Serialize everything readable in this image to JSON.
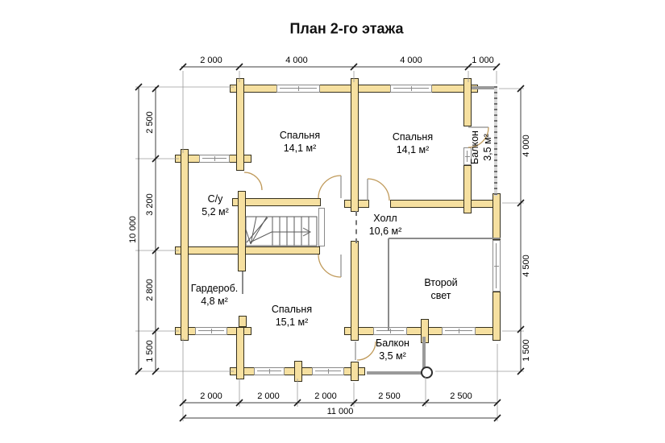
{
  "title": "План 2-го этажа",
  "rooms": {
    "bedroom_top_left": {
      "name": "Спальня",
      "area": "14,1 м²"
    },
    "bedroom_top_right": {
      "name": "Спальня",
      "area": "14,1 м²"
    },
    "balcony_right": {
      "name": "Балкон",
      "area": "3,5 м²"
    },
    "bathroom": {
      "name": "С/у",
      "area": "5,2 м²"
    },
    "hall": {
      "name": "Холл",
      "area": "10,6 м²"
    },
    "wardrobe": {
      "name": "Гардероб.",
      "area": "4,8 м²"
    },
    "bedroom_bottom": {
      "name": "Спальня",
      "area": "15,1 м²"
    },
    "second_light": {
      "line1": "Второй",
      "line2": "свет"
    },
    "balcony_bottom": {
      "name": "Балкон",
      "area": "3,5 м²"
    }
  },
  "dimensions": {
    "top": [
      "2 000",
      "4 000",
      "4 000",
      "1 000"
    ],
    "bottom": [
      "2 000",
      "2 000",
      "2 000",
      "2 500",
      "2 500"
    ],
    "bottom_total": "11 000",
    "left": [
      "2 500",
      "3 200",
      "2 800",
      "1 500"
    ],
    "left_total": "10 000",
    "right": [
      "4 000",
      "4 500",
      "1 500"
    ]
  },
  "colors": {
    "wall_fill": "#f6e0a0",
    "wall_outline": "#35301d",
    "thin_wall": "#8a8a8a",
    "dimension_line": "#3f3f3f"
  }
}
